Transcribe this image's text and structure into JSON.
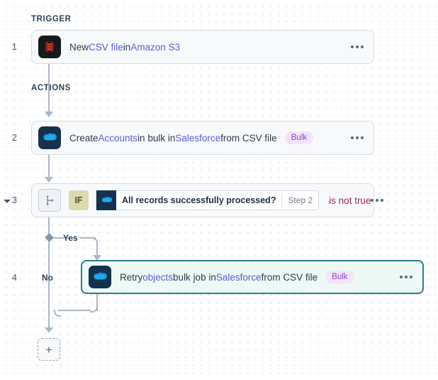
{
  "sections": {
    "trigger_label": "TRIGGER",
    "actions_label": "ACTIONS"
  },
  "steps": [
    {
      "number": "1",
      "app_icon": "amazon-s3-icon",
      "text_parts": [
        {
          "t": "New ",
          "style": "plain"
        },
        {
          "t": "CSV file",
          "style": "link"
        },
        {
          "t": " in ",
          "style": "plain"
        },
        {
          "t": "Amazon S3",
          "style": "link"
        }
      ],
      "menu": "more-options"
    },
    {
      "number": "2",
      "app_icon": "salesforce-icon",
      "text_parts": [
        {
          "t": "Create ",
          "style": "plain"
        },
        {
          "t": "Accounts",
          "style": "link"
        },
        {
          "t": " in bulk in ",
          "style": "plain"
        },
        {
          "t": "Salesforce",
          "style": "link"
        },
        {
          "t": " from CSV file",
          "style": "plain"
        }
      ],
      "badge": "Bulk",
      "menu": "more-options"
    },
    {
      "number": "3",
      "fork_icon": "branch-icon",
      "if_badge": "IF",
      "condition": {
        "icon": "salesforce-icon",
        "label": "All records successfully processed?",
        "step_ref": "Step 2",
        "operator": "is not true"
      },
      "menu": "more-options"
    },
    {
      "number": "4",
      "app_icon": "salesforce-icon",
      "text_parts": [
        {
          "t": "Retry ",
          "style": "plain"
        },
        {
          "t": "objects",
          "style": "link"
        },
        {
          "t": " bulk job in ",
          "style": "plain"
        },
        {
          "t": "Salesforce",
          "style": "link"
        },
        {
          "t": " from CSV file",
          "style": "plain"
        }
      ],
      "badge": "Bulk",
      "menu": "more-options",
      "selected": true
    }
  ],
  "branches": {
    "yes_label": "Yes",
    "no_label": "No"
  },
  "add_step": {
    "label": "+"
  },
  "colors": {
    "link": "#5b5fd6",
    "operator": "#a32a5e",
    "badge_bulk_bg": "#f4e4fb",
    "badge_bulk_text": "#8b46c4",
    "if_badge_bg": "#dcd9b0",
    "selected_border": "#2d7d8a",
    "selected_bg": "#eef8f5",
    "connector": "#aab7c4"
  }
}
